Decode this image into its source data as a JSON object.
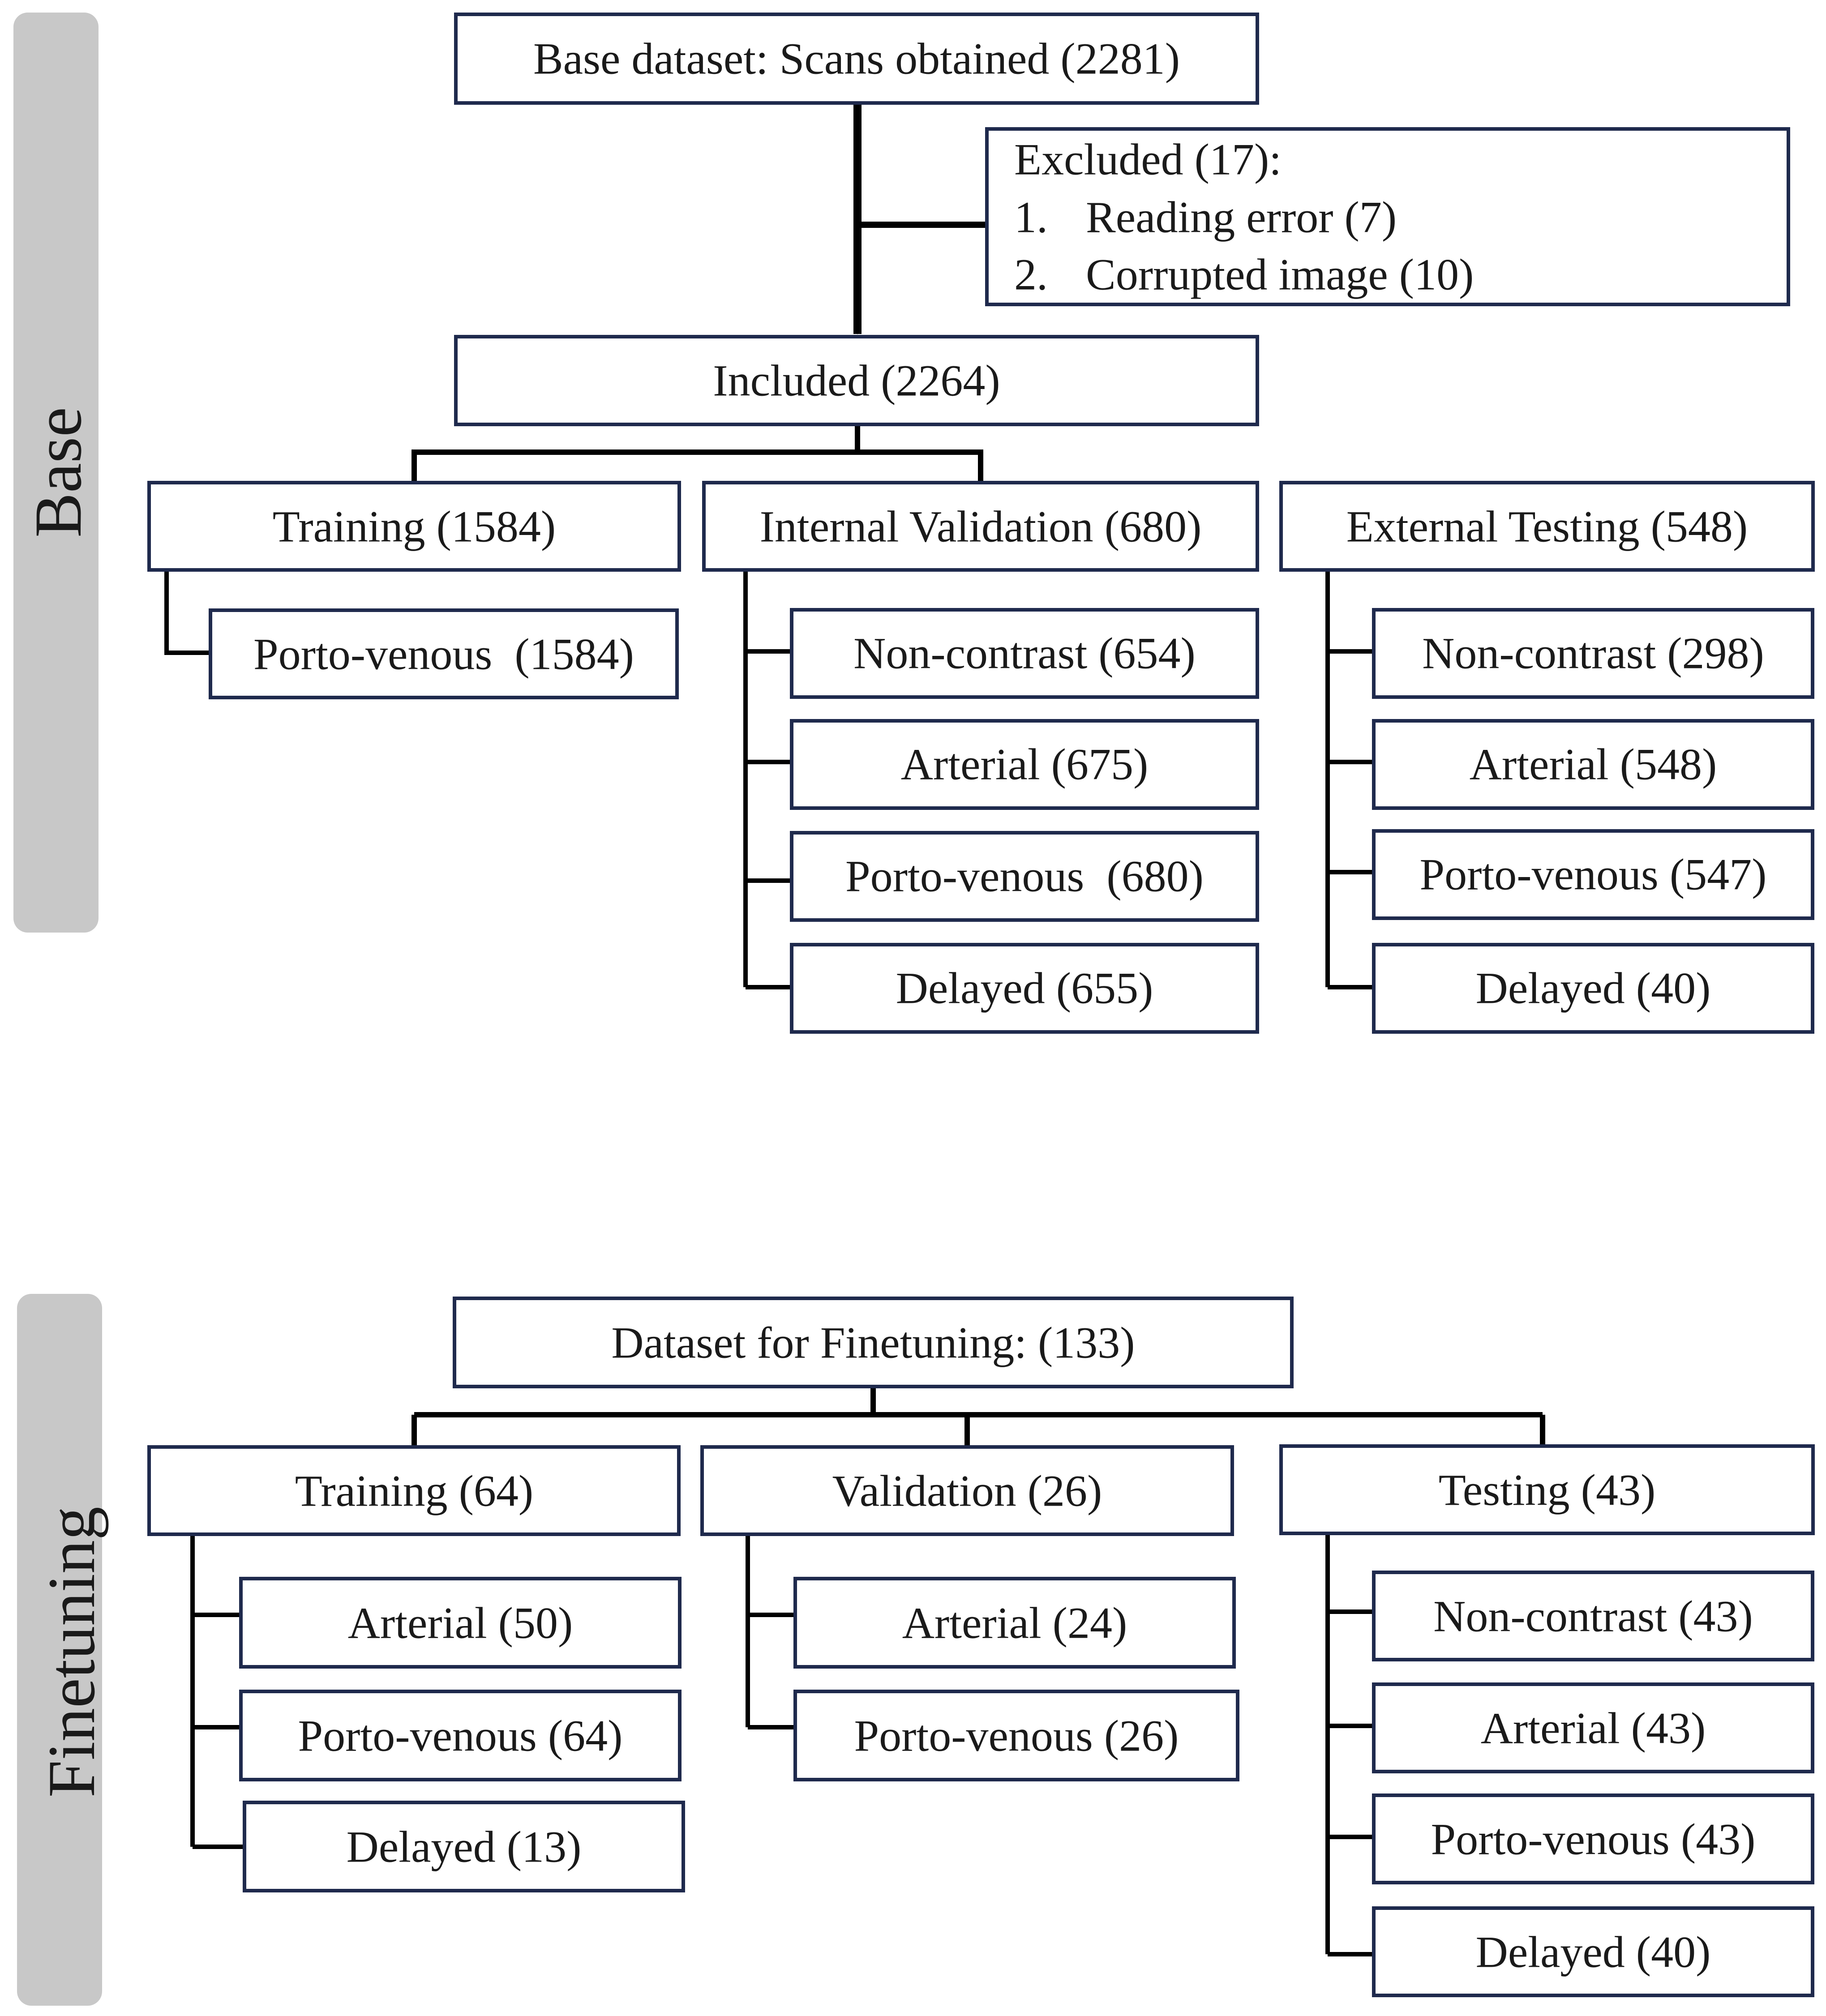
{
  "sections": [
    {
      "id": "base",
      "label": "Base"
    },
    {
      "id": "finetuning",
      "label": "Finetuning"
    }
  ],
  "base": {
    "root": "Base dataset: Scans obtained (2281)",
    "excluded": {
      "title": "Excluded (17):",
      "items": [
        {
          "num": "1.",
          "text": "Reading error (7)"
        },
        {
          "num": "2.",
          "text": "Corrupted image (10)"
        }
      ]
    },
    "included": "Included (2264)",
    "groups": [
      {
        "label": "Training (1584)",
        "children": [
          "Porto-venous  (1584)"
        ]
      },
      {
        "label": "Internal Validation (680)",
        "children": [
          "Non-contrast (654)",
          "Arterial (675)",
          "Porto-venous  (680)",
          "Delayed (655)"
        ]
      },
      {
        "label": "External Testing (548)",
        "children": [
          "Non-contrast (298)",
          "Arterial (548)",
          "Porto-venous (547)",
          "Delayed (40)"
        ]
      }
    ]
  },
  "finetuning": {
    "root": "Dataset for Finetuning: (133)",
    "groups": [
      {
        "label": "Training (64)",
        "children": [
          "Arterial (50)",
          "Porto-venous (64)",
          "Delayed (13)"
        ]
      },
      {
        "label": "Validation (26)",
        "children": [
          "Arterial (24)",
          "Porto-venous (26)"
        ]
      },
      {
        "label": "Testing (43)",
        "children": [
          "Non-contrast (43)",
          "Arterial (43)",
          "Porto-venous (43)",
          "Delayed (40)"
        ]
      }
    ]
  },
  "colors": {
    "box_border": "#1f2a4d",
    "line": "#000000",
    "section_band": "#c8c8c8",
    "text": "#1a1a1a"
  }
}
